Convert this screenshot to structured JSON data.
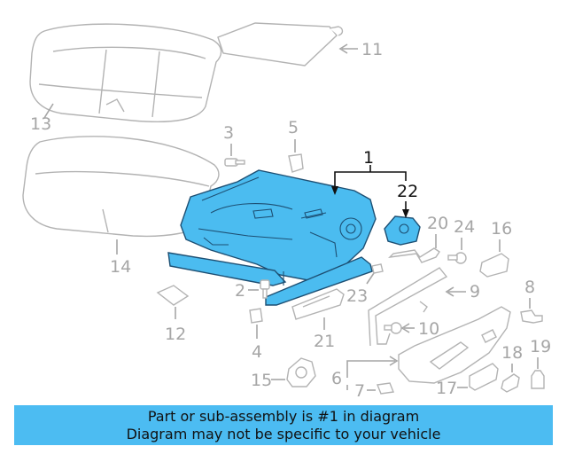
{
  "banner": {
    "line1": "Part or sub-assembly is #1 in diagram",
    "line2": "Diagram may not be specific to your vehicle"
  },
  "callouts": {
    "c1": "1",
    "c2": "2",
    "c3": "3",
    "c4": "4",
    "c5": "5",
    "c6": "6",
    "c7": "7",
    "c8": "8",
    "c9": "9",
    "c10": "10",
    "c11": "11",
    "c12": "12",
    "c13": "13",
    "c14": "14",
    "c15": "15",
    "c16": "16",
    "c17": "17",
    "c18": "18",
    "c19": "19",
    "c20": "20",
    "c21": "21",
    "c22": "22",
    "c23": "23",
    "c24": "24"
  },
  "highlight_color": "#4bbcf0",
  "banner_color": "#4cbcf2"
}
